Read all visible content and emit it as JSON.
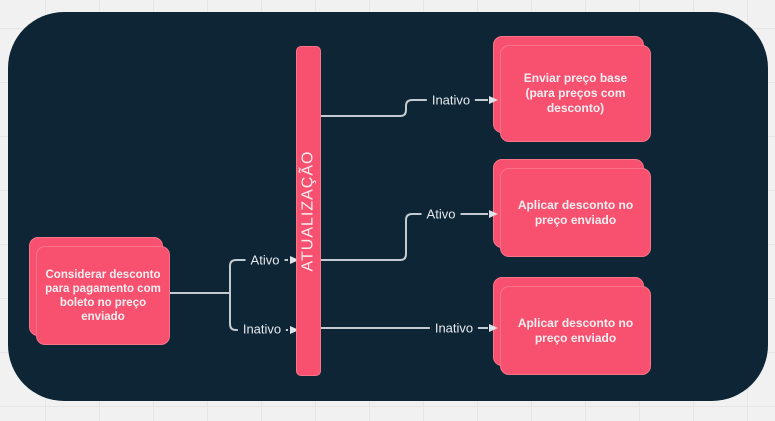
{
  "nodes": {
    "source": {
      "label": "Considerar desconto para pagamento com boleto no preço enviado"
    },
    "gateway": {
      "label": "ATUALIZAÇÃO"
    },
    "outcomes": [
      {
        "label": "Enviar preço base (para preços com desconto)"
      },
      {
        "label": "Aplicar desconto no preço enviado"
      },
      {
        "label": "Aplicar desconto no preço enviado"
      }
    ]
  },
  "edge_labels": [
    {
      "text": "Ativo"
    },
    {
      "text": "Inativo"
    },
    {
      "text": "Inativo"
    },
    {
      "text": "Ativo"
    },
    {
      "text": "Inativo"
    }
  ],
  "colors": {
    "page_background": "#f1f1f1",
    "canvas_background": "#0e2535",
    "node_fill": "#f8506f",
    "node_border": "#fa7389",
    "node_text": "#f4eff1",
    "connector": "#c3cad1",
    "edge_label_text": "#e4e8ec"
  }
}
